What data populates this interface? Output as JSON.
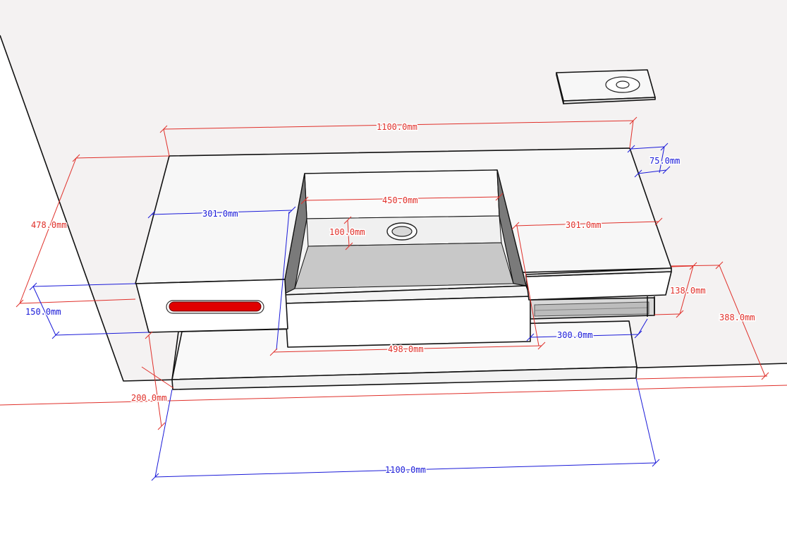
{
  "colors": {
    "red_dimension": "#e0302a",
    "blue_dimension": "#1a1ad8",
    "drain_highlight": "#e00000",
    "wall": "#f4f2f2",
    "counter_top": "#f7f7f7",
    "basin_floor": "#c8c8c8",
    "basin_wall": "#7a7a7a"
  },
  "objects": {
    "back_wall": "wall",
    "faucet_plate": "faucet plate with drain hole",
    "counter_top": "counter top",
    "basin": "sink basin with drain",
    "drawer": "drawer with red handle slot",
    "lower_shelf": "lower shelf slab"
  },
  "dimensions": {
    "top_width": "1100.0mm",
    "depth": "478.0mm",
    "left_ledge": "301.0mm",
    "basin_width": "450.0mm",
    "basin_depth": "100.0mm",
    "right_ledge": "301.0mm",
    "back_gap": "75.0mm",
    "drawer_height": "150.0mm",
    "right_height": "138.0mm",
    "total_height": "388.0mm",
    "basin_front": "498.0mm",
    "right_shelf": "300.0mm",
    "shelf_offset": "200.0mm",
    "bottom_width": "1100.0mm"
  }
}
